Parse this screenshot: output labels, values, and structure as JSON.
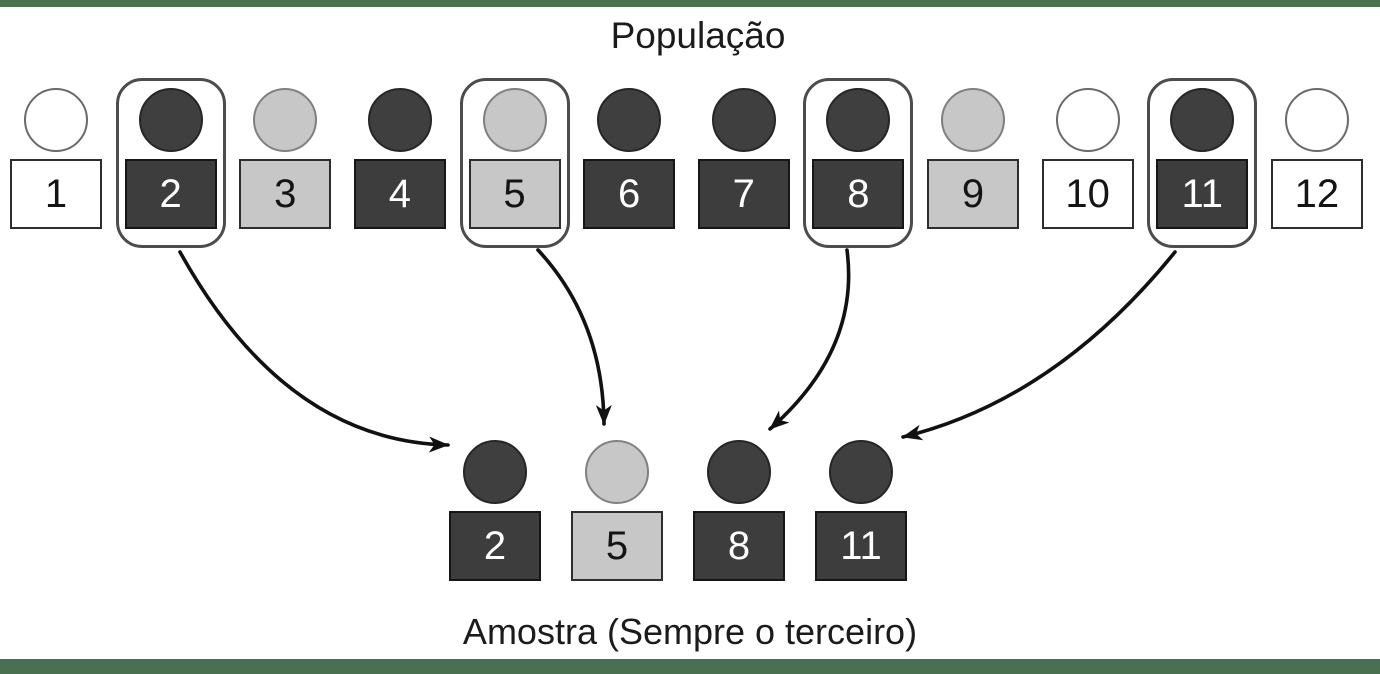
{
  "titles": {
    "population": "População",
    "sample": "Amostra (Sempre o terceiro)"
  },
  "colors": {
    "accent_bar": "#4a7052",
    "person_dark": "#3d3d3d",
    "person_light_gray": "#c7c7c7",
    "person_white": "#ffffff",
    "arrow": "#111111",
    "selection_outline": "#4c4c4c"
  },
  "population": {
    "members": [
      {
        "num": "1",
        "variant": "white",
        "selected": "false"
      },
      {
        "num": "2",
        "variant": "dark",
        "selected": "true"
      },
      {
        "num": "3",
        "variant": "light",
        "selected": "false"
      },
      {
        "num": "4",
        "variant": "dark",
        "selected": "false"
      },
      {
        "num": "5",
        "variant": "light",
        "selected": "true"
      },
      {
        "num": "6",
        "variant": "dark",
        "selected": "false"
      },
      {
        "num": "7",
        "variant": "dark",
        "selected": "false"
      },
      {
        "num": "8",
        "variant": "dark",
        "selected": "true"
      },
      {
        "num": "9",
        "variant": "light",
        "selected": "false"
      },
      {
        "num": "10",
        "variant": "white",
        "selected": "false"
      },
      {
        "num": "11",
        "variant": "dark",
        "selected": "true"
      },
      {
        "num": "12",
        "variant": "white",
        "selected": "false"
      }
    ]
  },
  "sample": {
    "members": [
      {
        "num": "2",
        "variant": "dark"
      },
      {
        "num": "5",
        "variant": "light"
      },
      {
        "num": "8",
        "variant": "dark"
      },
      {
        "num": "11",
        "variant": "dark"
      }
    ]
  }
}
